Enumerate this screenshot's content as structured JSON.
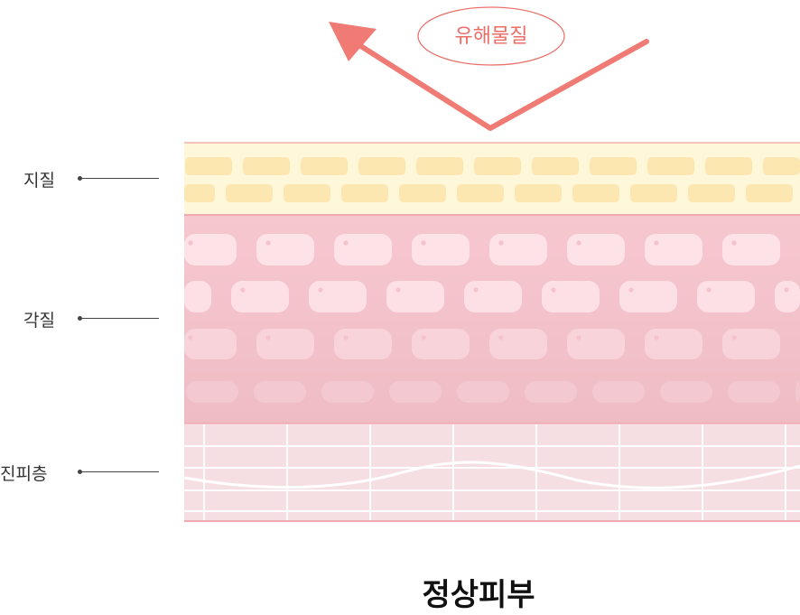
{
  "badge": {
    "label": "유해물질"
  },
  "labels": [
    {
      "key": "sebum",
      "text": "지질"
    },
    {
      "key": "stratum",
      "text": "각질"
    },
    {
      "key": "dermis",
      "text": "진피층"
    }
  ],
  "caption": "정상피부",
  "colors": {
    "arrow": "#f07b74",
    "badge_border": "#e8736c",
    "lipid_band": "#fff7d9",
    "lipid_cell": "#fde7b0",
    "lipid_border": "#f0aaa4",
    "corneum_band": "#f6c4cc",
    "corneum_cell": "#fbdbe0",
    "dermis_band": "#f6dfe2",
    "dermis_grid": "#ffffff"
  }
}
